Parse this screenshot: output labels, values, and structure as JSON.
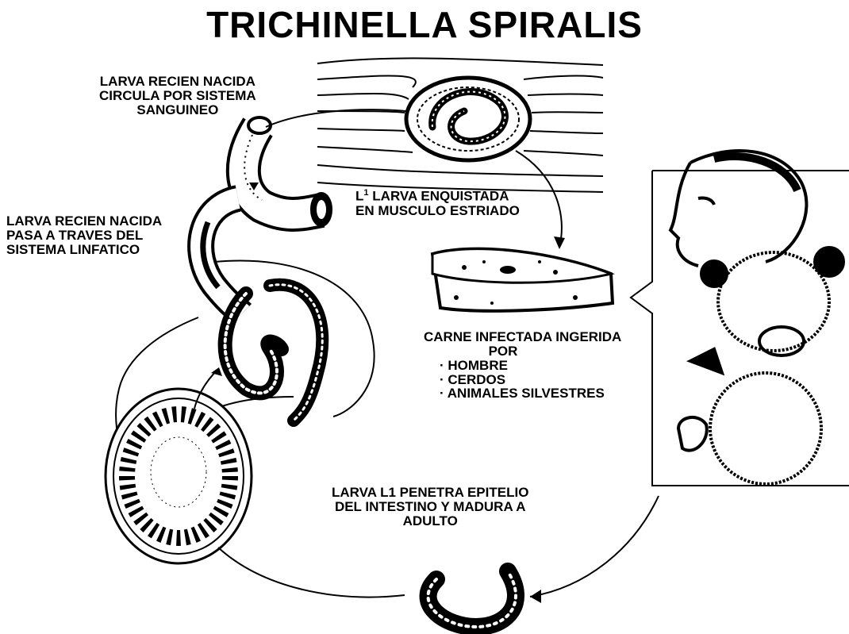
{
  "title": "TRICHINELLA SPIRALIS",
  "labels": {
    "larva_blood": [
      "LARVA RECIEN NACIDA",
      "CIRCULA POR SISTEMA",
      "SANGUINEO"
    ],
    "larva_lymph": [
      "LARVA RECIEN NACIDA",
      "PASA A TRAVES DEL",
      "SISTEMA LINFATICO"
    ],
    "larva_muscle": {
      "stage": "1",
      "lines": [
        "LARVA ENQUISTADA",
        "EN MUSCULO ESTRIADO"
      ]
    },
    "meat": {
      "lines": [
        "CARNE INFECTADA INGERIDA",
        "POR"
      ],
      "hosts": [
        "HOMBRE",
        "CERDOS",
        "ANIMALES SILVESTRES"
      ]
    },
    "intestine": [
      "LARVA L1 PENETRA EPITELIO",
      "DEL INTESTINO Y MADURA A",
      "ADULTO"
    ]
  },
  "colors": {
    "ink": "#000000",
    "paper": "#ffffff"
  }
}
